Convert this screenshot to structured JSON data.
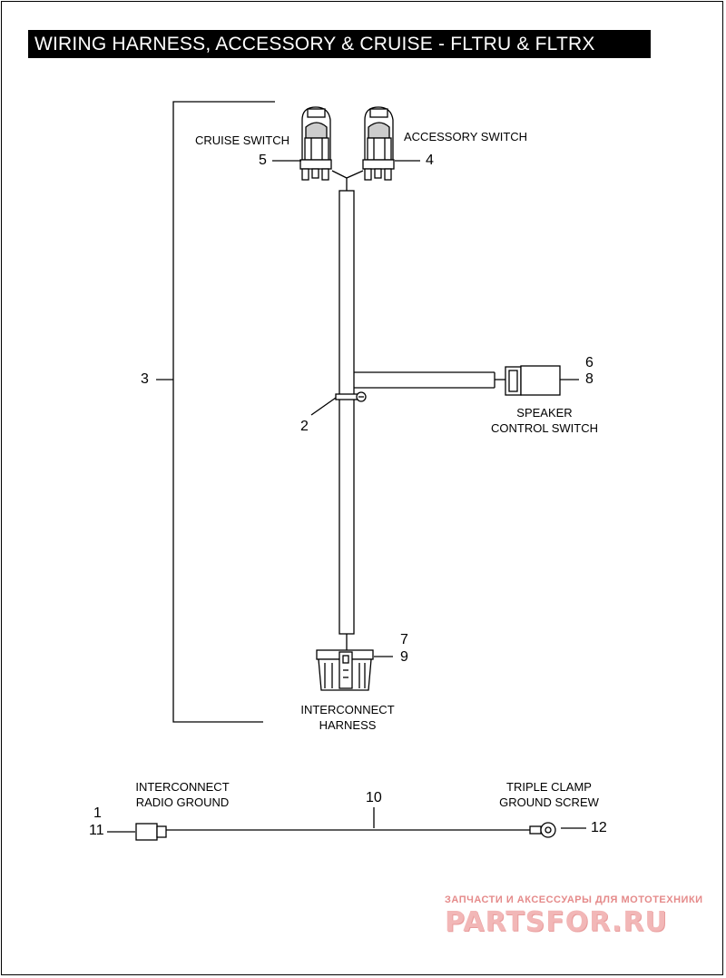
{
  "title": "WIRING HARNESS, ACCESSORY & CRUISE - FLTRU & FLTRX",
  "labels": {
    "cruise_switch": "CRUISE SWITCH",
    "accessory_switch": "ACCESSORY SWITCH",
    "speaker_line1": "SPEAKER",
    "speaker_line2": "CONTROL SWITCH",
    "interconnect_line1": "INTERCONNECT",
    "interconnect_line2": "HARNESS",
    "radio_ground_line1": "INTERCONNECT",
    "radio_ground_line2": "RADIO GROUND",
    "triple_clamp_line1": "TRIPLE CLAMP",
    "triple_clamp_line2": "GROUND SCREW"
  },
  "callouts": {
    "c1": "1",
    "c2": "2",
    "c3": "3",
    "c4": "4",
    "c5": "5",
    "c6": "6",
    "c7": "7",
    "c8": "8",
    "c9": "9",
    "c10": "10",
    "c11": "11",
    "c12": "12"
  },
  "watermark": {
    "tagline": "ЗАПЧАСТИ И АКСЕССУАРЫ ДЛЯ МОТОТЕХНИКИ",
    "logo": "PARTSFOR.RU"
  }
}
